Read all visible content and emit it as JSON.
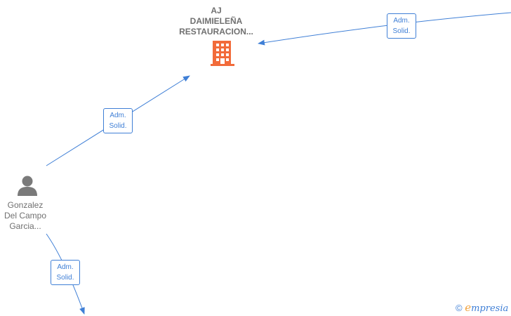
{
  "company": {
    "line1": "AJ",
    "line2": "DAIMIELEÑA",
    "line3": "RESTAURACION...",
    "icon": "building-icon",
    "icon_color": "#f26b3a"
  },
  "person": {
    "line1": "Gonzalez",
    "line2": "Del Campo",
    "line3": "Garcia...",
    "icon": "person-icon",
    "icon_color": "#7a7a7a"
  },
  "edges": [
    {
      "line1": "Adm.",
      "line2": "Solid."
    },
    {
      "line1": "Adm.",
      "line2": "Solid."
    },
    {
      "line1": "Adm.",
      "line2": "Solid."
    }
  ],
  "edge_color": "#3f7fd6",
  "watermark": {
    "copyright": "©",
    "brand_e": "e",
    "brand_rest": "mpresia"
  }
}
